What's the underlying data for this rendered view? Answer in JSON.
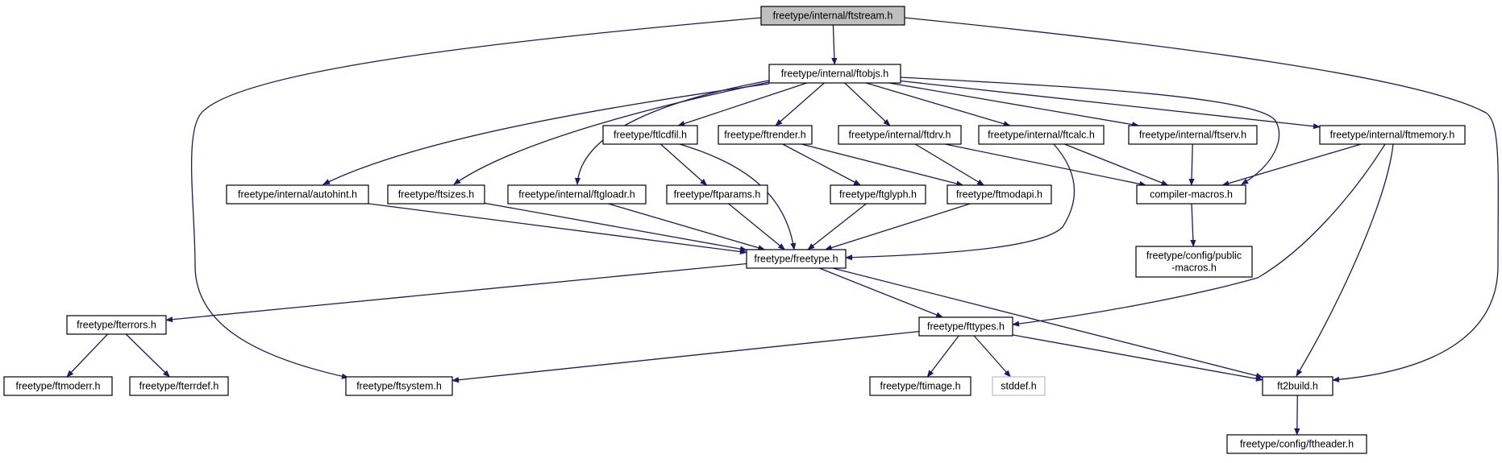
{
  "graph": {
    "title": "",
    "edge_color": "#191970",
    "root_fill": "#bfbfbf",
    "external_border": "#bfbfbf",
    "nodes": [
      {
        "id": "ftstream",
        "label": [
          "freetype/internal/ftstream.h"
        ],
        "kind": "root"
      },
      {
        "id": "ftobjs",
        "label": [
          "freetype/internal/ftobjs.h"
        ],
        "kind": "normal"
      },
      {
        "id": "ftlcdfil",
        "label": [
          "freetype/ftlcdfil.h"
        ],
        "kind": "normal"
      },
      {
        "id": "ftrender",
        "label": [
          "freetype/ftrender.h"
        ],
        "kind": "normal"
      },
      {
        "id": "ftdrv",
        "label": [
          "freetype/internal/ftdrv.h"
        ],
        "kind": "normal"
      },
      {
        "id": "ftcalc",
        "label": [
          "freetype/internal/ftcalc.h"
        ],
        "kind": "normal"
      },
      {
        "id": "ftserv",
        "label": [
          "freetype/internal/ftserv.h"
        ],
        "kind": "normal"
      },
      {
        "id": "ftmemory",
        "label": [
          "freetype/internal/ftmemory.h"
        ],
        "kind": "normal"
      },
      {
        "id": "autohint",
        "label": [
          "freetype/internal/autohint.h"
        ],
        "kind": "normal"
      },
      {
        "id": "ftsizes",
        "label": [
          "freetype/ftsizes.h"
        ],
        "kind": "normal"
      },
      {
        "id": "ftgloadr",
        "label": [
          "freetype/internal/ftgloadr.h"
        ],
        "kind": "normal"
      },
      {
        "id": "ftparams",
        "label": [
          "freetype/ftparams.h"
        ],
        "kind": "normal"
      },
      {
        "id": "ftglyph",
        "label": [
          "freetype/ftglyph.h"
        ],
        "kind": "normal"
      },
      {
        "id": "ftmodapi",
        "label": [
          "freetype/ftmodapi.h"
        ],
        "kind": "normal"
      },
      {
        "id": "compmacros",
        "label": [
          "compiler-macros.h"
        ],
        "kind": "normal"
      },
      {
        "id": "freetype",
        "label": [
          "freetype/freetype.h"
        ],
        "kind": "normal"
      },
      {
        "id": "pubmacros",
        "label": [
          "freetype/config/public",
          "-macros.h"
        ],
        "kind": "normal"
      },
      {
        "id": "fterrors",
        "label": [
          "freetype/fterrors.h"
        ],
        "kind": "normal"
      },
      {
        "id": "fttypes",
        "label": [
          "freetype/fttypes.h"
        ],
        "kind": "normal"
      },
      {
        "id": "ftmoderr",
        "label": [
          "freetype/ftmoderr.h"
        ],
        "kind": "normal"
      },
      {
        "id": "fterrdef",
        "label": [
          "freetype/fterrdef.h"
        ],
        "kind": "normal"
      },
      {
        "id": "ftsystem",
        "label": [
          "freetype/ftsystem.h"
        ],
        "kind": "normal"
      },
      {
        "id": "ftimage",
        "label": [
          "freetype/ftimage.h"
        ],
        "kind": "normal"
      },
      {
        "id": "stddef",
        "label": [
          "stddef.h"
        ],
        "kind": "external"
      },
      {
        "id": "ft2build",
        "label": [
          "ft2build.h"
        ],
        "kind": "normal"
      },
      {
        "id": "ftheader",
        "label": [
          "freetype/config/ftheader.h"
        ],
        "kind": "normal"
      }
    ],
    "edges": [
      {
        "from": "ftstream",
        "to": "ftobjs"
      },
      {
        "from": "ftstream",
        "to": "ftsystem"
      },
      {
        "from": "ftstream",
        "to": "ft2build"
      },
      {
        "from": "ftobjs",
        "to": "ftlcdfil"
      },
      {
        "from": "ftobjs",
        "to": "ftrender"
      },
      {
        "from": "ftobjs",
        "to": "ftdrv"
      },
      {
        "from": "ftobjs",
        "to": "ftcalc"
      },
      {
        "from": "ftobjs",
        "to": "ftserv"
      },
      {
        "from": "ftobjs",
        "to": "ftmemory"
      },
      {
        "from": "ftobjs",
        "to": "autohint"
      },
      {
        "from": "ftobjs",
        "to": "ftsizes"
      },
      {
        "from": "ftobjs",
        "to": "ftgloadr"
      },
      {
        "from": "ftobjs",
        "to": "compmacros"
      },
      {
        "from": "ftlcdfil",
        "to": "ftparams"
      },
      {
        "from": "ftlcdfil",
        "to": "freetype"
      },
      {
        "from": "ftrender",
        "to": "ftglyph"
      },
      {
        "from": "ftrender",
        "to": "ftmodapi"
      },
      {
        "from": "ftdrv",
        "to": "ftmodapi"
      },
      {
        "from": "ftdrv",
        "to": "compmacros"
      },
      {
        "from": "ftcalc",
        "to": "freetype"
      },
      {
        "from": "ftcalc",
        "to": "compmacros"
      },
      {
        "from": "ftserv",
        "to": "compmacros"
      },
      {
        "from": "ftmemory",
        "to": "compmacros"
      },
      {
        "from": "ftmemory",
        "to": "fttypes"
      },
      {
        "from": "ftmemory",
        "to": "ft2build"
      },
      {
        "from": "autohint",
        "to": "freetype"
      },
      {
        "from": "ftsizes",
        "to": "freetype"
      },
      {
        "from": "ftgloadr",
        "to": "freetype"
      },
      {
        "from": "ftparams",
        "to": "freetype"
      },
      {
        "from": "ftglyph",
        "to": "freetype"
      },
      {
        "from": "ftmodapi",
        "to": "freetype"
      },
      {
        "from": "compmacros",
        "to": "pubmacros"
      },
      {
        "from": "freetype",
        "to": "fterrors"
      },
      {
        "from": "freetype",
        "to": "fttypes"
      },
      {
        "from": "freetype",
        "to": "ft2build"
      },
      {
        "from": "fterrors",
        "to": "ftmoderr"
      },
      {
        "from": "fterrors",
        "to": "fterrdef"
      },
      {
        "from": "fttypes",
        "to": "ftsystem"
      },
      {
        "from": "fttypes",
        "to": "ftimage"
      },
      {
        "from": "fttypes",
        "to": "stddef"
      },
      {
        "from": "fttypes",
        "to": "ft2build"
      },
      {
        "from": "ft2build",
        "to": "ftheader"
      }
    ]
  }
}
